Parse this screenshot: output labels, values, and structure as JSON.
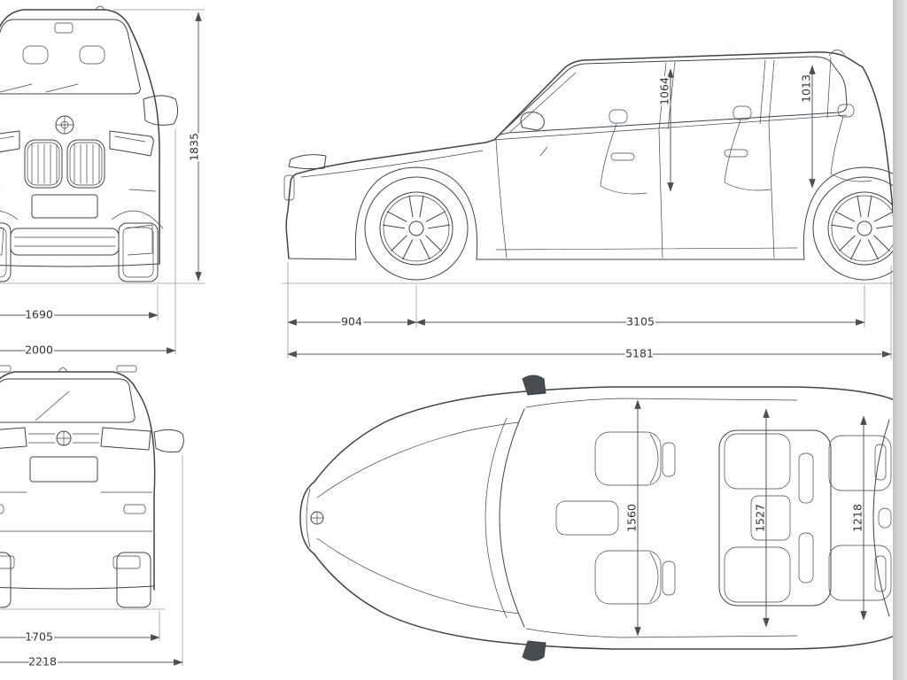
{
  "colors": {
    "background": "#ffffff",
    "line": "#3f4449",
    "dimension": "#4f4f4f",
    "edge_strip": "#d2d2d2"
  },
  "front_view": {
    "height": "1835",
    "track_width": "1690",
    "overall_width": "2000"
  },
  "side_view": {
    "front_headroom": "1064",
    "rear_headroom": "1013",
    "front_overhang": "904",
    "wheelbase": "3105",
    "overall_length": "5181"
  },
  "rear_view": {
    "inner_width": "1705",
    "overall_width": "2218"
  },
  "top_view": {
    "front_shoulder_width": "1560",
    "middle_shoulder_width": "1527",
    "rear_shoulder_width": "1218"
  }
}
